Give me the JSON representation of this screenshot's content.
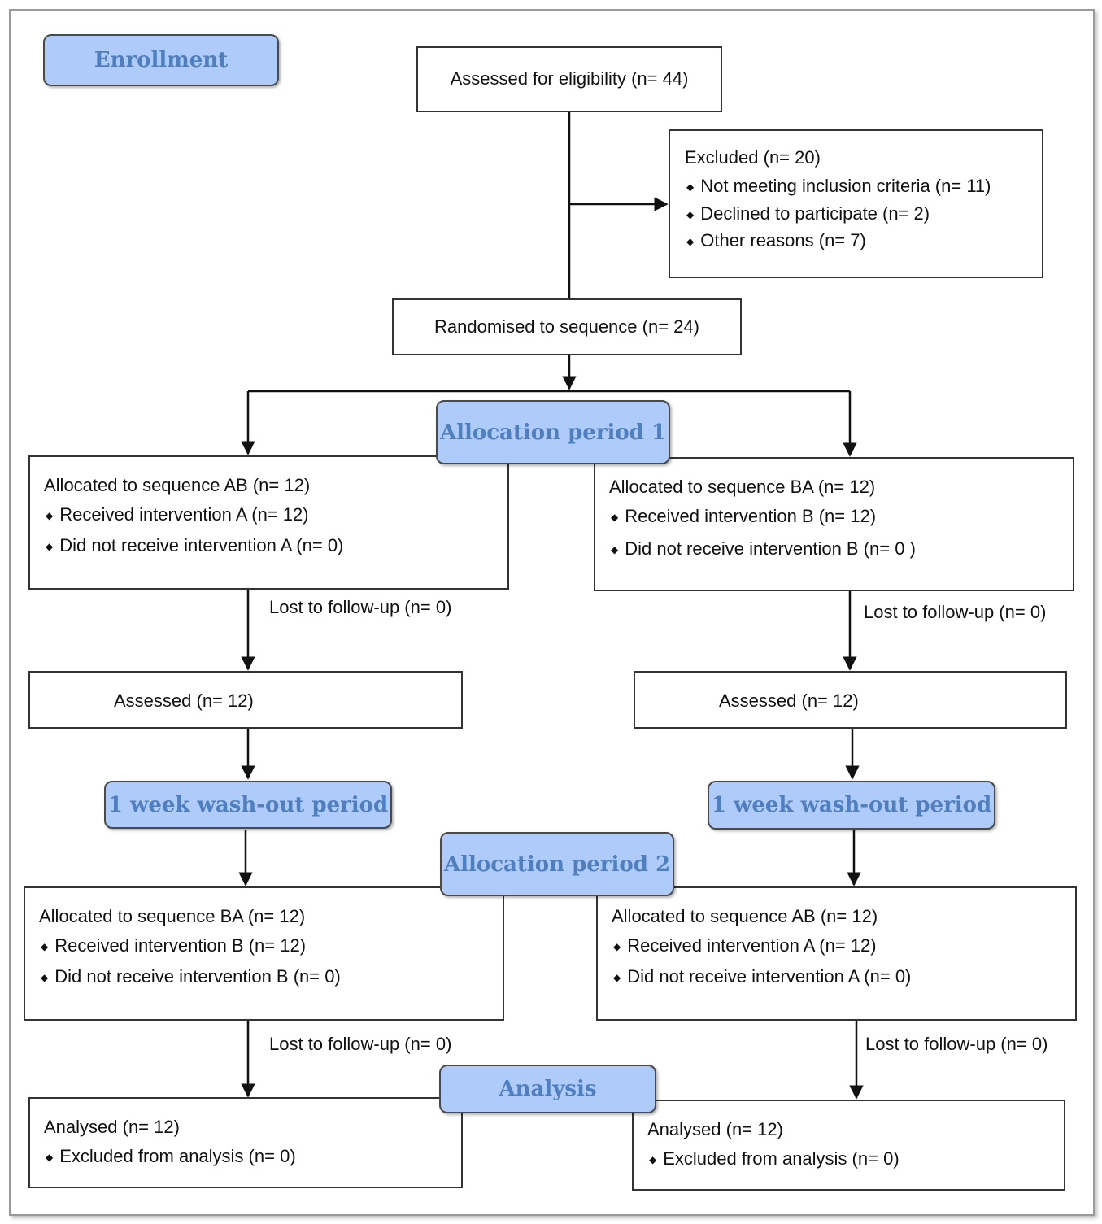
{
  "phases": {
    "enrollment": "Enrollment",
    "allocation1": "Allocation period 1",
    "washout_left": "1 week wash-out period",
    "washout_right": "1 week wash-out period",
    "allocation2": "Allocation period 2",
    "analysis": "Analysis"
  },
  "assessed_eligibility": "Assessed for eligibility (n= 44)",
  "excluded": {
    "title": "Excluded  (n= 20)",
    "items": [
      "Not meeting inclusion criteria (n= 11)",
      "Declined to participate (n= 2)",
      "Other reasons (n= 7)"
    ]
  },
  "randomised": "Randomised to sequence (n= 24)",
  "period1": {
    "left": {
      "title": "Allocated to sequence AB (n= 12)",
      "items": [
        "Received intervention A (n= 12)",
        "Did not receive intervention A (n= 0)"
      ]
    },
    "right": {
      "title": "Allocated to sequence BA (n= 12)",
      "items": [
        "Received intervention B (n= 12)",
        "Did not receive intervention B (n= 0 )"
      ]
    }
  },
  "lost1": {
    "left": "Lost to follow-up (n= 0)",
    "right": "Lost to follow-up (n= 0)"
  },
  "assessed": {
    "left": "Assessed  (n= 12)",
    "right": "Assessed (n= 12)"
  },
  "period2": {
    "left": {
      "title": "Allocated to sequence BA (n= 12)",
      "items": [
        "Received intervention B (n= 12)",
        "Did not receive intervention B (n= 0)"
      ]
    },
    "right": {
      "title": "Allocated to sequence AB (n= 12)",
      "items": [
        "Received intervention A (n= 12)",
        "Did not receive intervention A (n= 0)"
      ]
    }
  },
  "lost2": {
    "left": "Lost to follow-up (n= 0)",
    "right": "Lost to follow-up (n= 0)"
  },
  "analysed": {
    "left": {
      "title": "Analysed (n= 12)",
      "items": [
        "Excluded from analysis (n= 0)"
      ]
    },
    "right": {
      "title": "Analysed (n= 12)",
      "items": [
        "Excluded from analysis (n= 0)"
      ]
    }
  },
  "colors": {
    "phase_fill": "#aecbfa",
    "phase_text": "#4f7fbe",
    "box_border": "#333333"
  }
}
